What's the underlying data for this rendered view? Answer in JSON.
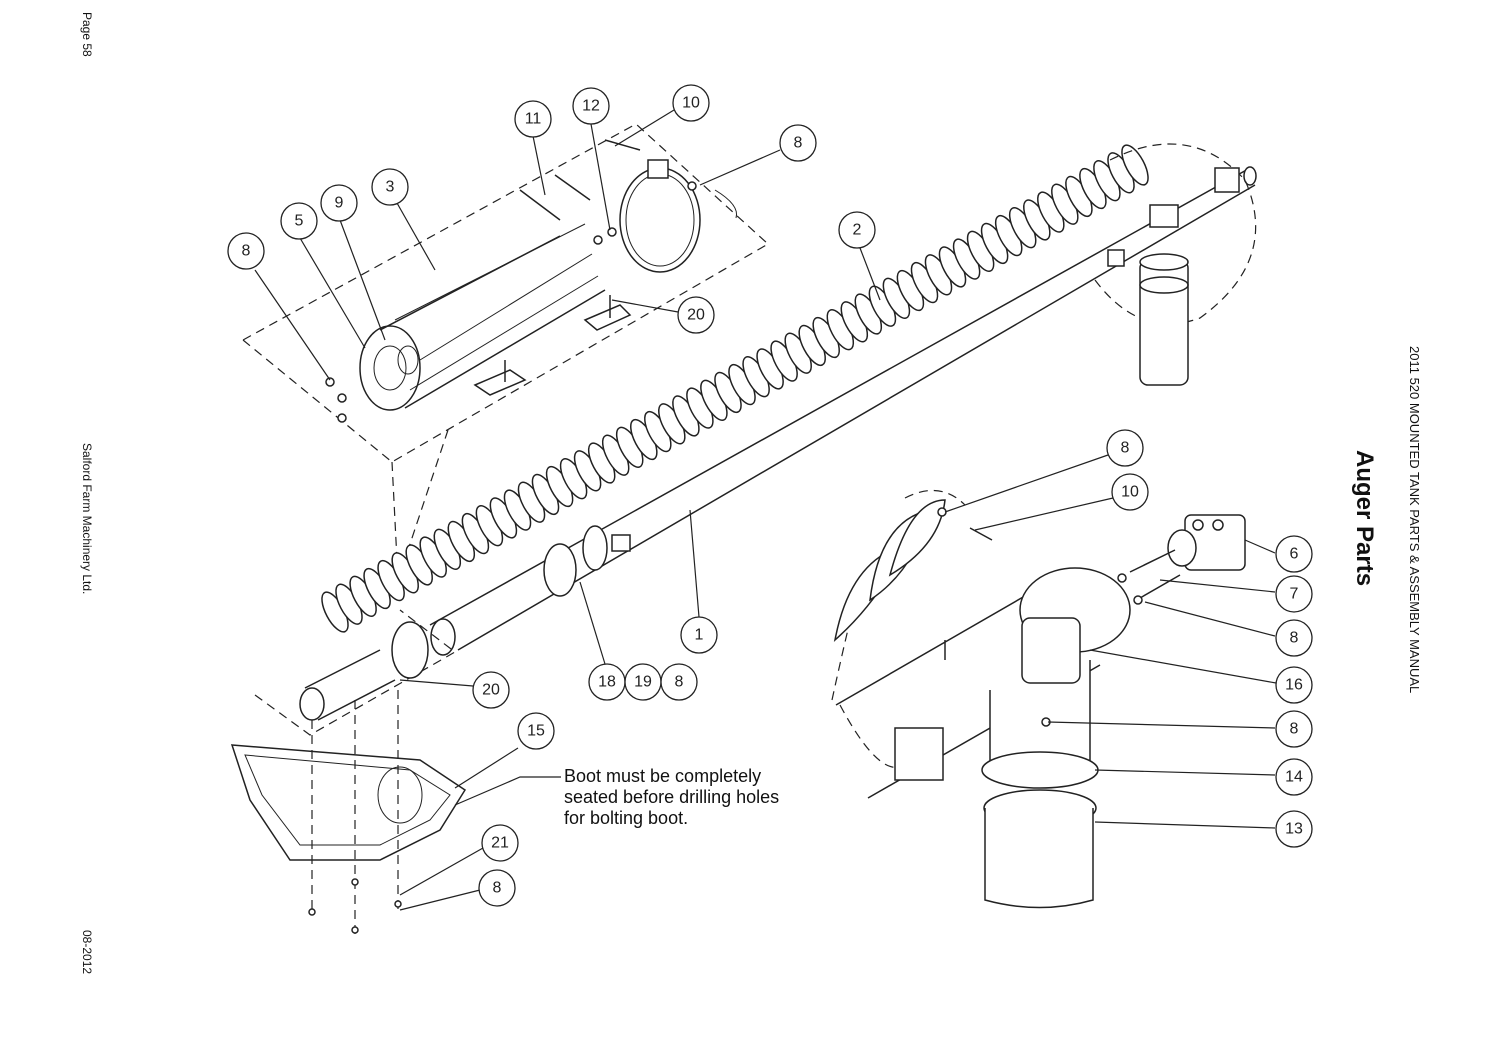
{
  "page": {
    "page_number": "Page 58",
    "company": "Salford Farm Machinery Ltd.",
    "date": "08-2012",
    "manual_title": "2011 520 MOUNTED TANK PARTS & ASSEMBLY MANUAL",
    "section_title": "Auger Parts"
  },
  "note": {
    "text": "Boot must be completely\nseated before drilling holes\nfor bolting boot."
  },
  "callouts": {
    "c11": "11",
    "c12": "12",
    "c10a": "10",
    "c8a": "8",
    "c3": "3",
    "c9": "9",
    "c5": "5",
    "c8b": "8",
    "c2": "2",
    "c20a": "20",
    "c1": "1",
    "c18": "18",
    "c19": "19",
    "c8c": "8",
    "c20b": "20",
    "c15": "15",
    "c21": "21",
    "c8d": "8",
    "c8e": "8",
    "c10b": "10",
    "c6": "6",
    "c7": "7",
    "c8f": "8",
    "c16": "16",
    "c8g": "8",
    "c14": "14",
    "c13": "13"
  }
}
